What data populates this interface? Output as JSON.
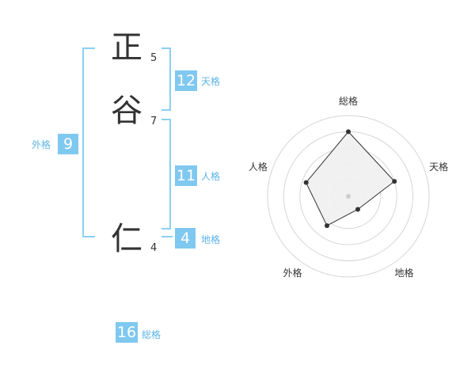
{
  "name": {
    "chars": [
      {
        "char": "正",
        "strokes": "5"
      },
      {
        "char": "谷",
        "strokes": "7"
      },
      {
        "char": "仁",
        "strokes": "4"
      }
    ]
  },
  "fortunes": {
    "tenkaku": {
      "value": "12",
      "label": "天格"
    },
    "jinkaku": {
      "value": "11",
      "label": "人格"
    },
    "chikaku": {
      "value": "4",
      "label": "地格"
    },
    "gaikaku": {
      "value": "9",
      "label": "外格"
    },
    "soukaku": {
      "value": "16",
      "label": "総格"
    }
  },
  "colors": {
    "accent": "#7fc8f0",
    "accent_text": "#5bb4e8",
    "bracket": "#8ccff2"
  },
  "chart_data": {
    "type": "radar",
    "axes": [
      "総格",
      "天格",
      "地格",
      "外格",
      "人格"
    ],
    "values": [
      16,
      12,
      4,
      9,
      11
    ],
    "grid_rings": 5,
    "grid": true
  }
}
